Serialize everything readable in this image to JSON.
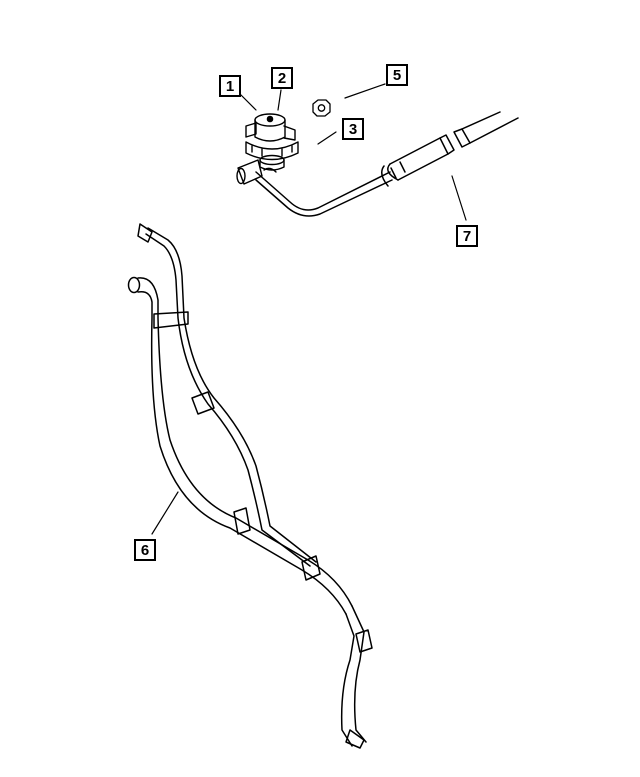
{
  "diagram": {
    "callouts": [
      {
        "label": "1"
      },
      {
        "label": "2"
      },
      {
        "label": "3"
      },
      {
        "label": "5"
      },
      {
        "label": "6"
      },
      {
        "label": "7"
      }
    ]
  }
}
